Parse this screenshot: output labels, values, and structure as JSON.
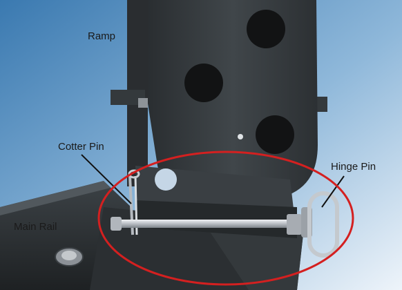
{
  "labels": {
    "ramp": "Ramp",
    "cotter_pin": "Cotter Pin",
    "hinge_pin": "Hinge Pin",
    "main_rail": "Main Rail"
  },
  "colors": {
    "highlight_ellipse": "#d42020",
    "background_top": "#3f7fb4",
    "background_bottom": "#e6eff7",
    "metal_dark": "#2f3336",
    "metal_mid": "#3b4044",
    "pin_metal": "#c9cdd2"
  }
}
